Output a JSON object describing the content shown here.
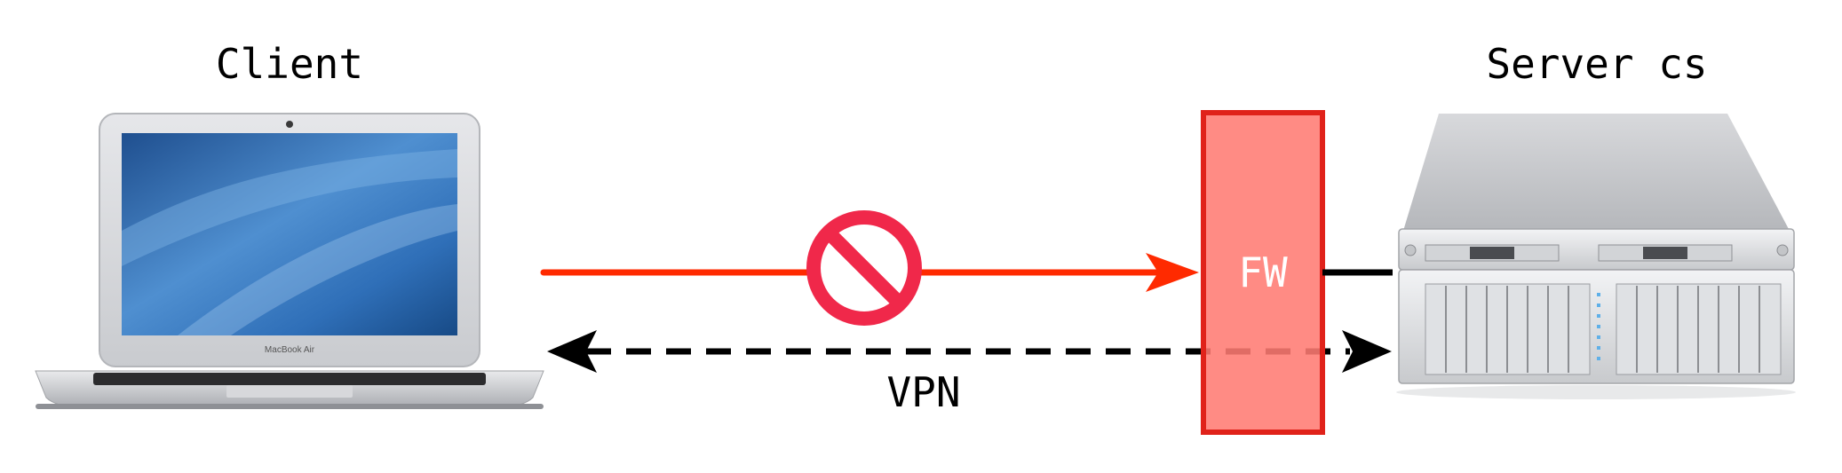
{
  "labels": {
    "client": "Client",
    "server": "Server cs",
    "firewall": "FW",
    "vpn": "VPN",
    "laptop_brand": "MacBook Air"
  },
  "colors": {
    "blocked_arrow": "#ff2a00",
    "no_sign": "#f0284a",
    "firewall_fill": "#ff7b73",
    "firewall_border": "#e0221a",
    "vpn_arrow": "#000000",
    "link_line": "#000000",
    "label_text": "#000000",
    "fw_text": "#ffffff"
  },
  "icons": {
    "client_device": "laptop-icon",
    "server_device": "rack-server-icon",
    "blocked": "prohibited-icon"
  }
}
